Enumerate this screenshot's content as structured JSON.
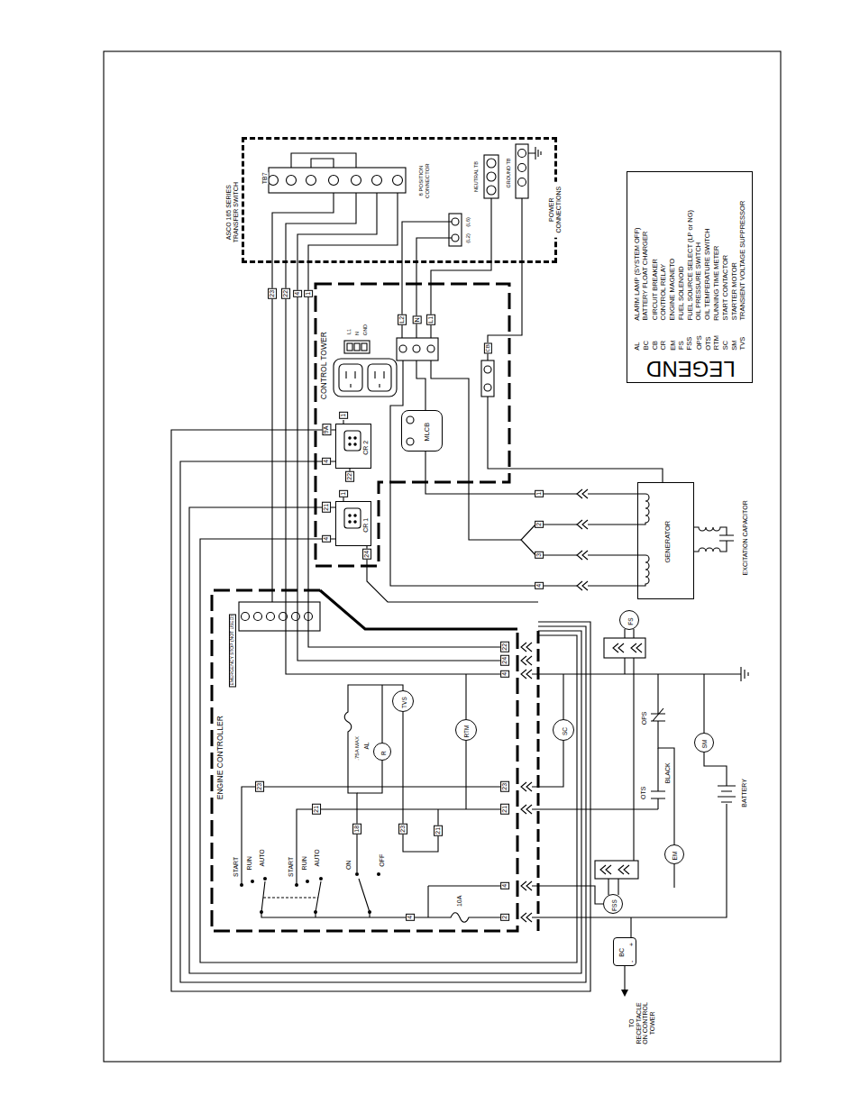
{
  "diagram": {
    "nodes": [
      {
        "text": [
          "ASCO 165 SERIES TRANSFER SWITCH"
        ]
      },
      {
        "text": [
          "CONTROL TOWER"
        ]
      },
      {
        "text": [
          "CR 2"
        ],
        "in": 1
      },
      {
        "text": [
          "CR 1"
        ],
        "in": 1
      },
      {
        "text": [
          "MLCB"
        ],
        "in": 1
      },
      {
        "text": [
          "ENGINE CONTROLLER"
        ]
      },
      {
        "text": [
          "TVS"
        ],
        "in": 5
      },
      {
        "text": [
          "AL",
          "R"
        ],
        "in": 5
      },
      {
        "text": [
          "RTM"
        ],
        "in": 5
      },
      {
        "text": [
          "SC"
        ]
      },
      {
        "text": [
          "FS"
        ]
      },
      {
        "text": [
          "FSS"
        ]
      },
      {
        "text": [
          "EM"
        ]
      },
      {
        "text": [
          "SM"
        ]
      },
      {
        "text": [
          "GENERATOR"
        ]
      },
      {
        "text": [
          "BC",
          "+",
          "-"
        ]
      },
      {
        "text": [
          "LEGEND"
        ]
      }
    ],
    "labels": [
      "TB7",
      "8 POSITION CONNECTOR",
      "NEUTRAL TB",
      "GROUND TB",
      "POWER CONNECTIONS",
      "(L6)",
      "(L2)",
      "23",
      "22",
      "4",
      "1",
      "L2",
      "N",
      "L1",
      "L1",
      "N",
      "GND",
      "CB",
      "1",
      "9A",
      "4",
      "22",
      "1",
      "21",
      "4",
      "24",
      "1",
      "2",
      "3",
      "4",
      "EXCITATION CAPACITOR",
      "EMERGENCY STOP (NOT USED)",
      "22",
      "24",
      "4",
      ".75A MAX",
      "23",
      "23",
      "21",
      "21",
      "18",
      "23",
      "21",
      "START",
      "RUN",
      "AUTO",
      "START",
      "RUN",
      "AUTO",
      "ON",
      "OFF",
      "4",
      "10A",
      "4",
      "2",
      "OPS",
      "OTS",
      "BLACK",
      "BATTERY",
      "TO RECEPTACLE ON CONTROL TOWER",
      "AL",
      "BC",
      "CB",
      "CR",
      "EM",
      "FS",
      "FSS",
      "OPS",
      "OTS",
      "RTM",
      "SC",
      "SM",
      "TVS",
      "ALARM LAMP (SYSTEM OFF)",
      "BATTERY FLOAT CHARGER",
      "CIRCUIT BREAKER",
      "CONTROL RELAY",
      "ENGINE MAGNETO",
      "FUEL SOLENOID",
      "FUEL SOURCE SELECT (LP or NG)",
      "OIL PRESSURE SWITCH",
      "OIL TEMPERATURE SWITCH",
      "RUNNING TIME METER",
      "START CONTACTOR",
      "STARTER MOTOR",
      "TRANSIENT VOLTAGE SUPPRESSOR"
    ]
  }
}
